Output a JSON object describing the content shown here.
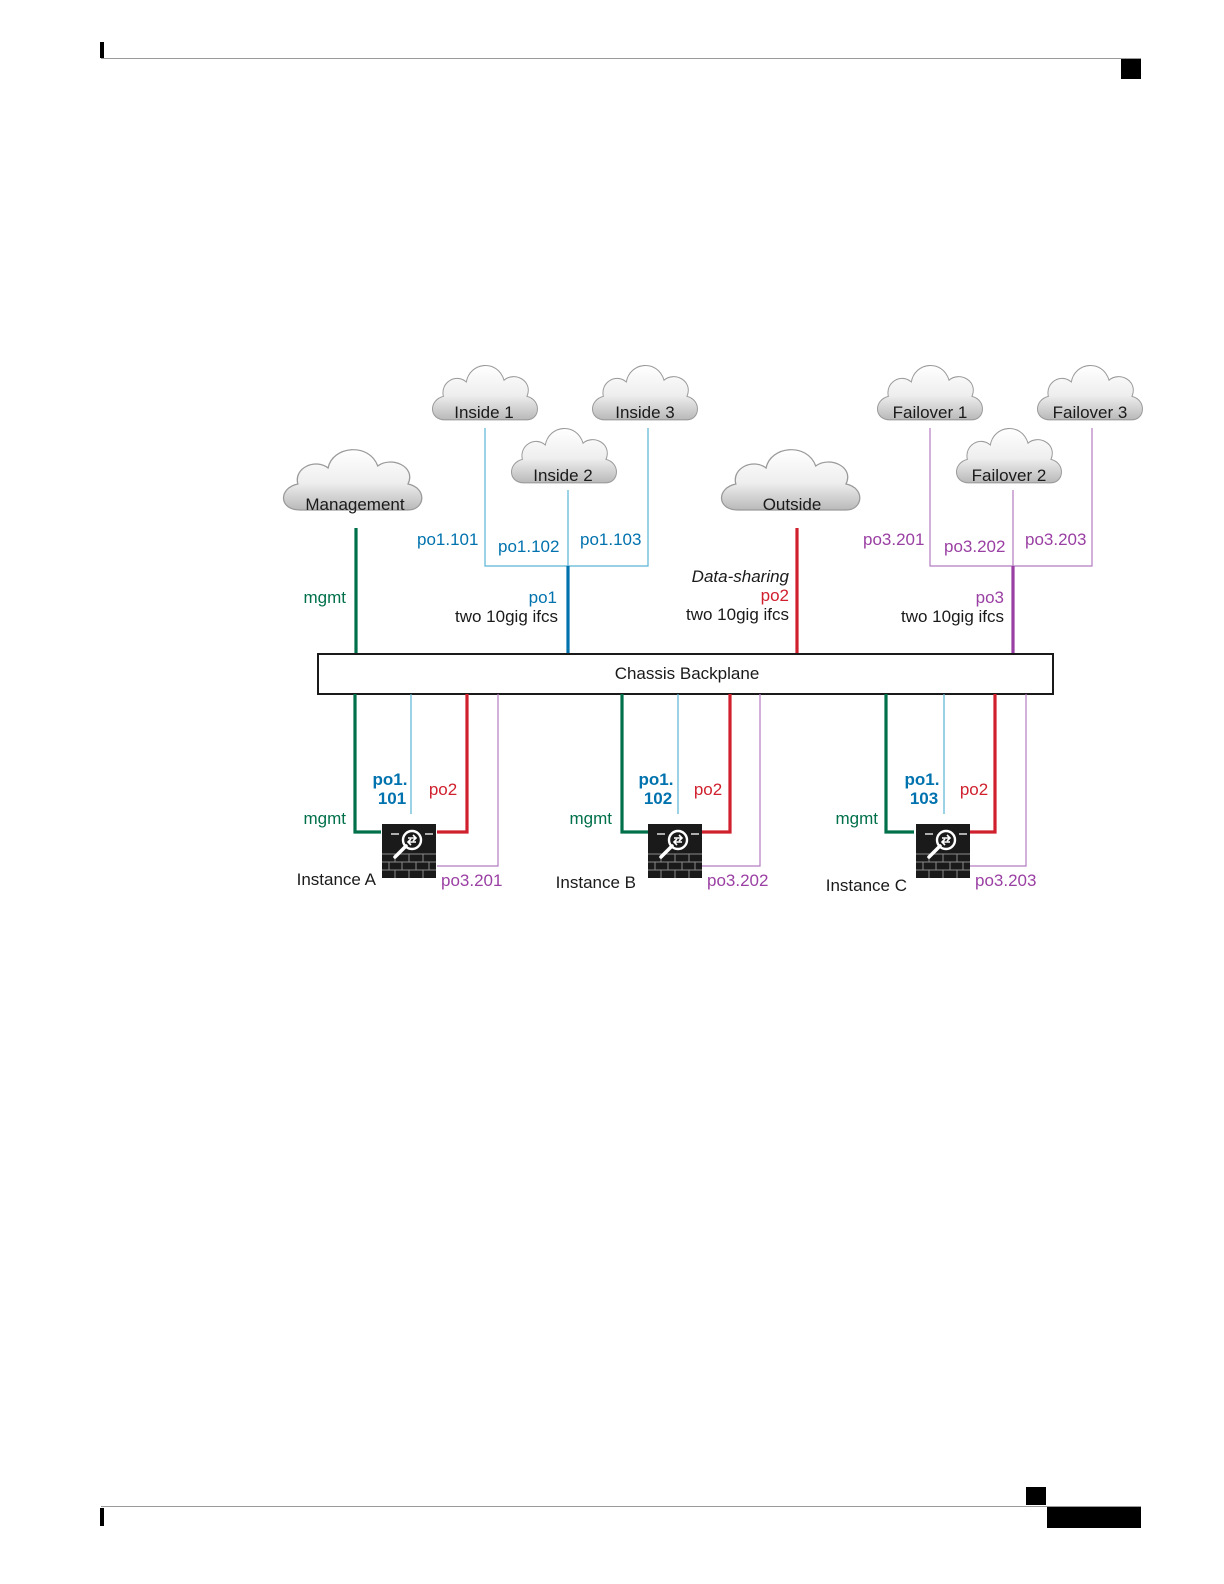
{
  "colors": {
    "green": "#00704a",
    "blue": "#0072ae",
    "lightblue": "#5ab4d6",
    "red": "#d0202e",
    "purple": "#9a3fa3",
    "lightpurple": "#b57cc0",
    "black": "#1a1a1a"
  },
  "clouds": {
    "management": "Management",
    "inside1": "Inside 1",
    "inside2": "Inside 2",
    "inside3": "Inside 3",
    "outside": "Outside",
    "failover1": "Failover 1",
    "failover2": "Failover 2",
    "failover3": "Failover 3"
  },
  "top_labels": {
    "po1_101": "po1.101",
    "po1_102": "po1.102",
    "po1_103": "po1.103",
    "mgmt": "mgmt",
    "po1": "po1",
    "po1_ifcs": "two 10gig ifcs",
    "data_sharing": "Data-sharing",
    "po2": "po2",
    "po2_ifcs": "two 10gig ifcs",
    "po3_201": "po3.201",
    "po3_202": "po3.202",
    "po3_203": "po3.203",
    "po3": "po3",
    "po3_ifcs": "two 10gig ifcs"
  },
  "backplane": "Chassis Backplane",
  "instances": [
    {
      "name": "Instance A",
      "mgmt": "mgmt",
      "po1_a": "po1.",
      "po1_b": "101",
      "po2": "po2",
      "po3": "po3.201"
    },
    {
      "name": "Instance B",
      "mgmt": "mgmt",
      "po1_a": "po1.",
      "po1_b": "102",
      "po2": "po2",
      "po3": "po3.202"
    },
    {
      "name": "Instance C",
      "mgmt": "mgmt",
      "po1_a": "po1.",
      "po1_b": "103",
      "po2": "po2",
      "po3": "po3.203"
    }
  ],
  "icons": [
    "firewall-icon",
    "cloud-icon"
  ]
}
